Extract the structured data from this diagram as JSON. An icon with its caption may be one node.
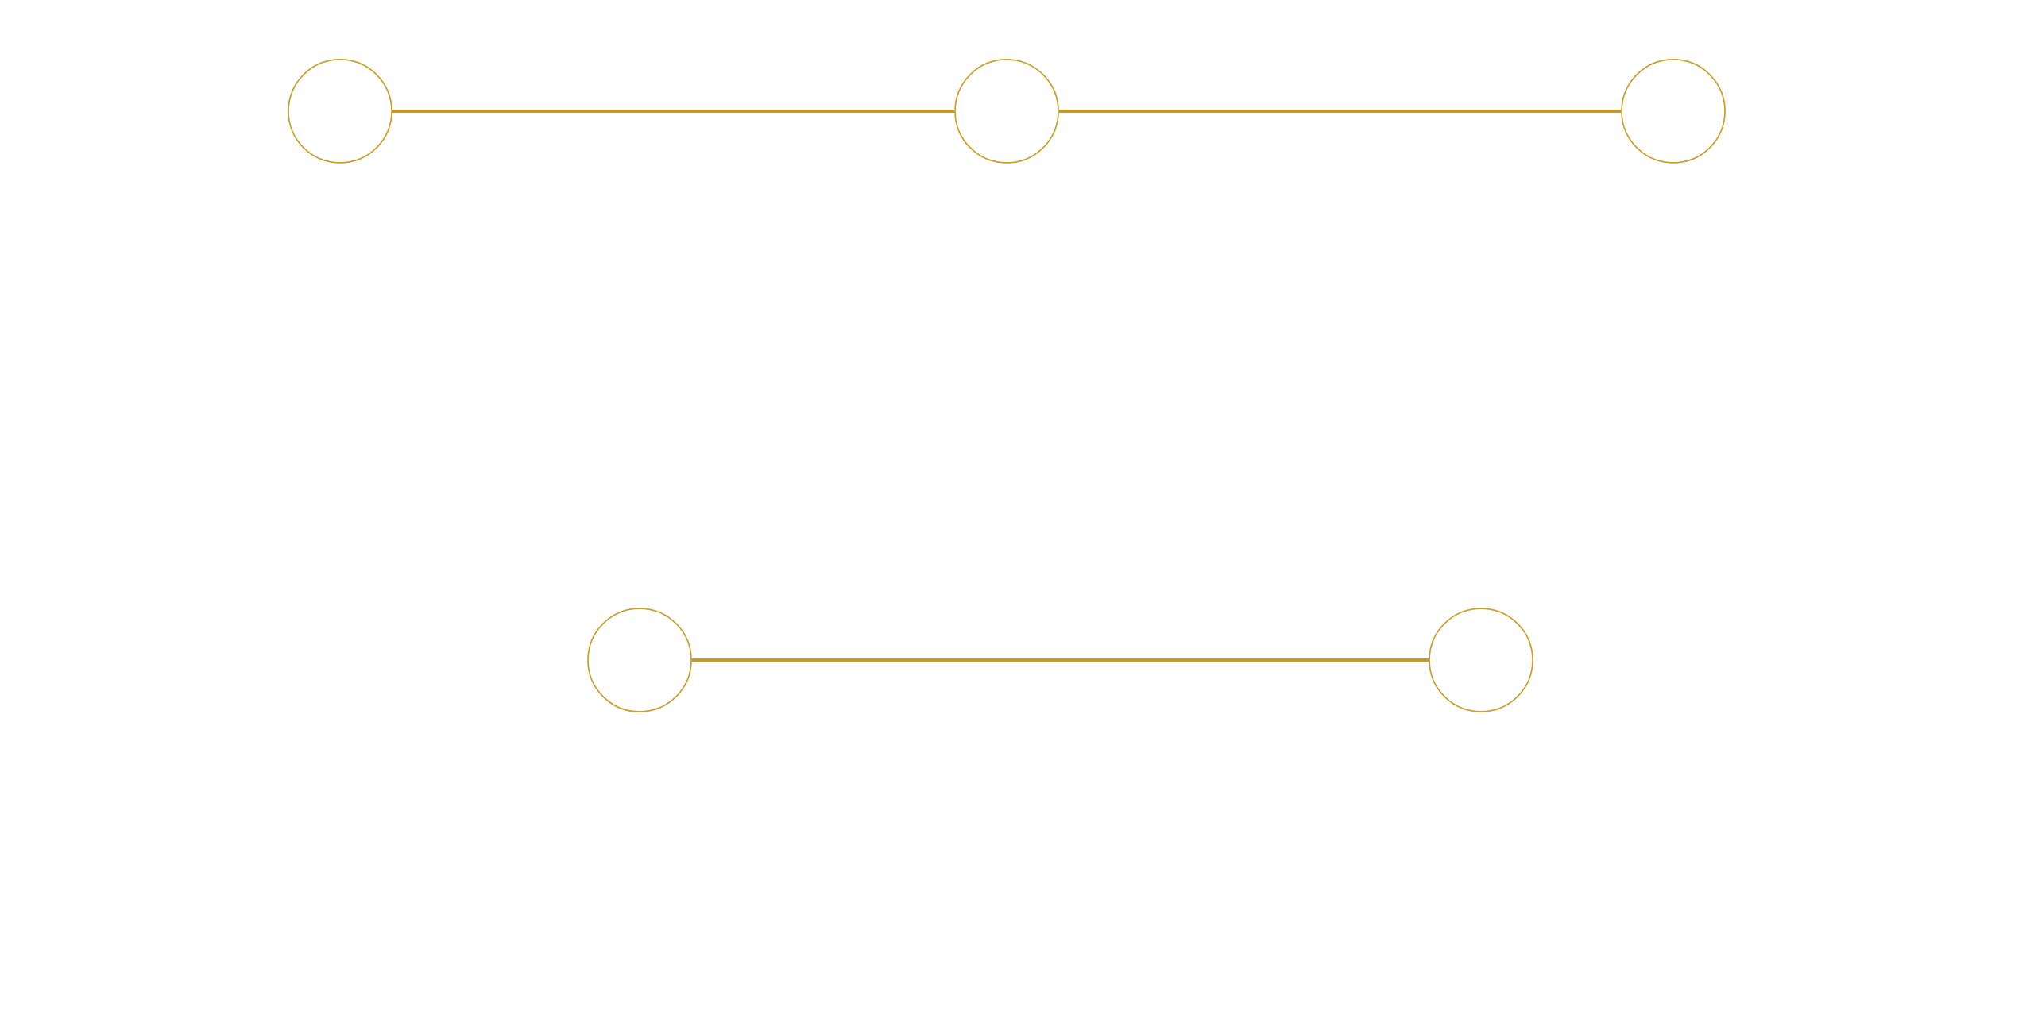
{
  "diagram": {
    "nodes": [
      {
        "text": [],
        "shape": "circle"
      },
      {
        "text": [],
        "shape": "circle"
      },
      {
        "text": [],
        "shape": "circle"
      },
      {
        "text": [],
        "shape": "circle"
      },
      {
        "text": [],
        "shape": "circle"
      }
    ],
    "edges": [
      {
        "from": 0,
        "to": 1,
        "arrow": "none"
      },
      {
        "from": 1,
        "to": 2,
        "arrow": "none"
      },
      {
        "from": 3,
        "to": 4,
        "arrow": "none"
      }
    ]
  }
}
